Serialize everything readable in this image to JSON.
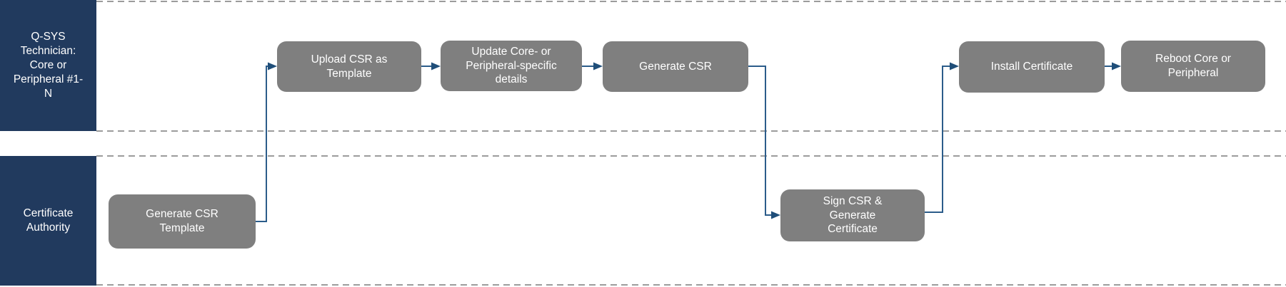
{
  "diagram": {
    "type": "swimlane-flowchart",
    "lanes": [
      {
        "id": "qsys-technician",
        "label": "Q-SYS Technician: Core or Peripheral #1-N"
      },
      {
        "id": "certificate-authority",
        "label": "Certificate Authority"
      }
    ],
    "nodes": [
      {
        "id": "generate-csr-template",
        "label": "Generate CSR Template",
        "lane": "certificate-authority"
      },
      {
        "id": "upload-csr-as-template",
        "label": "Upload CSR as Template",
        "lane": "qsys-technician"
      },
      {
        "id": "update-core-or-peripheral-specific-details",
        "label": "Update Core- or Peripheral-specific details",
        "lane": "qsys-technician"
      },
      {
        "id": "generate-csr",
        "label": "Generate CSR",
        "lane": "qsys-technician"
      },
      {
        "id": "sign-csr-and-generate-certificate",
        "label": "Sign CSR & Generate Certificate",
        "lane": "certificate-authority"
      },
      {
        "id": "install-certificate",
        "label": "Install Certificate",
        "lane": "qsys-technician"
      },
      {
        "id": "reboot-core-or-peripheral",
        "label": "Reboot Core or Peripheral",
        "lane": "qsys-technician"
      }
    ],
    "edges": [
      {
        "from": "generate-csr-template",
        "to": "upload-csr-as-template"
      },
      {
        "from": "upload-csr-as-template",
        "to": "update-core-or-peripheral-specific-details"
      },
      {
        "from": "update-core-or-peripheral-specific-details",
        "to": "generate-csr"
      },
      {
        "from": "generate-csr",
        "to": "sign-csr-and-generate-certificate"
      },
      {
        "from": "sign-csr-and-generate-certificate",
        "to": "install-certificate"
      },
      {
        "from": "install-certificate",
        "to": "reboot-core-or-peripheral"
      }
    ]
  },
  "colors": {
    "lane-band": "#213a5e",
    "node-fill": "#7f7f7f",
    "node-text": "#ffffff",
    "connector": "#2b5c8a",
    "arrowhead": "#1f4e79",
    "divider": "#9c9c9c",
    "background": "#ffffff"
  }
}
